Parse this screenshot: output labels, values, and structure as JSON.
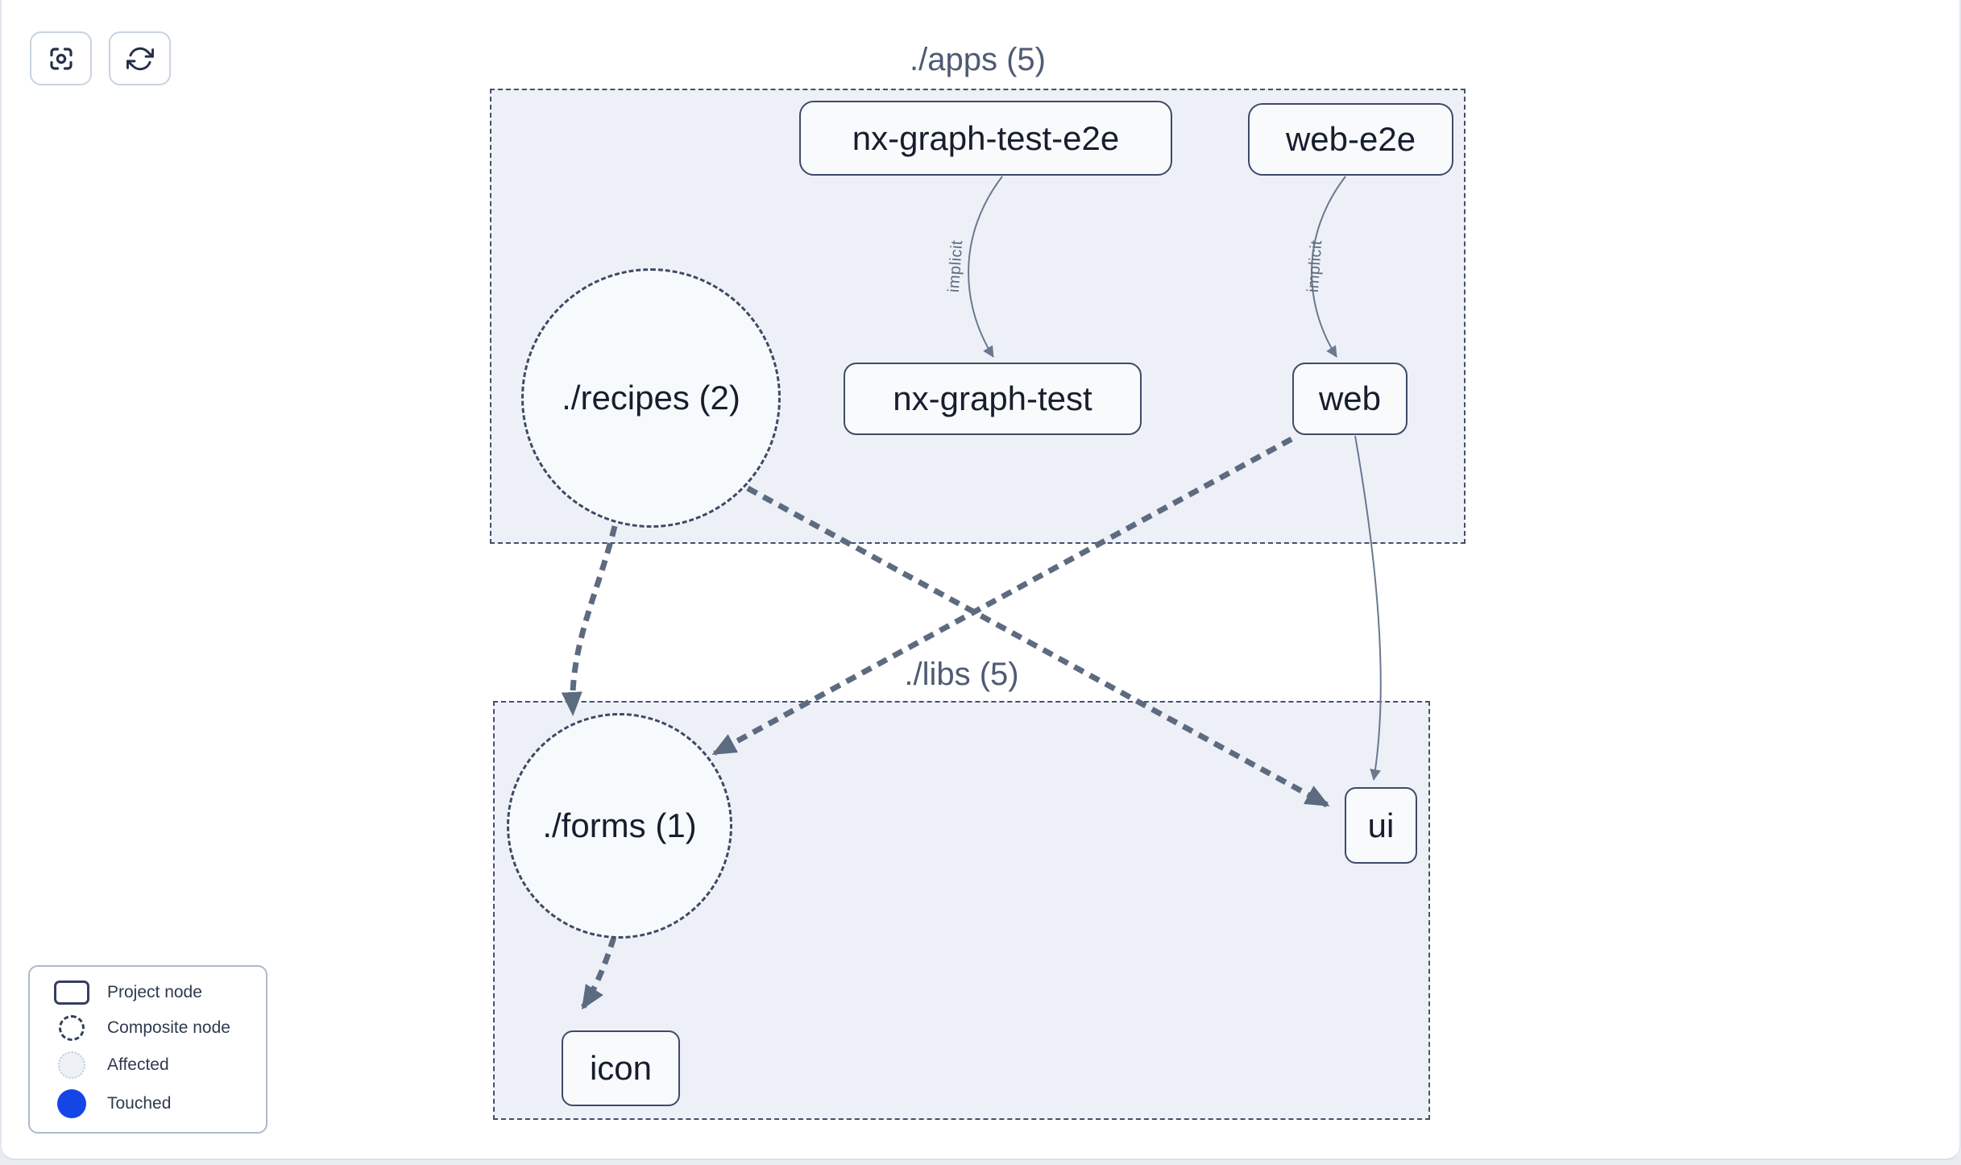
{
  "toolbar": {
    "focus_button": {
      "icon": "focus-icon"
    },
    "refresh_button": {
      "icon": "refresh-icon"
    }
  },
  "graph": {
    "groups": {
      "apps": {
        "title": "./apps (5)"
      },
      "libs": {
        "title": "./libs (5)"
      }
    },
    "nodes": {
      "nx_graph_test_e2e": {
        "label": "nx-graph-test-e2e",
        "type": "project"
      },
      "web_e2e": {
        "label": "web-e2e",
        "type": "project"
      },
      "recipes": {
        "label": "./recipes (2)",
        "type": "composite"
      },
      "nx_graph_test": {
        "label": "nx-graph-test",
        "type": "project"
      },
      "web": {
        "label": "web",
        "type": "project"
      },
      "forms": {
        "label": "./forms (1)",
        "type": "composite"
      },
      "ui": {
        "label": "ui",
        "type": "project"
      },
      "icon": {
        "label": "icon",
        "type": "project"
      }
    },
    "edges": {
      "implicit_label": "implicit"
    }
  },
  "legend": {
    "items": [
      {
        "label": "Project node",
        "swatch": "project-node-swatch"
      },
      {
        "label": "Composite node",
        "swatch": "composite-node-swatch"
      },
      {
        "label": "Affected",
        "swatch": "affected-swatch"
      },
      {
        "label": "Touched",
        "swatch": "touched-swatch"
      }
    ]
  },
  "colors": {
    "touched_blue": "#1446e6",
    "group_fill": "#edf1f7",
    "group_border": "#44506a",
    "node_fill": "#f8fafc",
    "node_border": "#3e4a66",
    "node_text": "#161e2e",
    "edge_thick": "#5d6b80",
    "edge_thin": "#6a7890",
    "title_text": "#4e5b73"
  }
}
